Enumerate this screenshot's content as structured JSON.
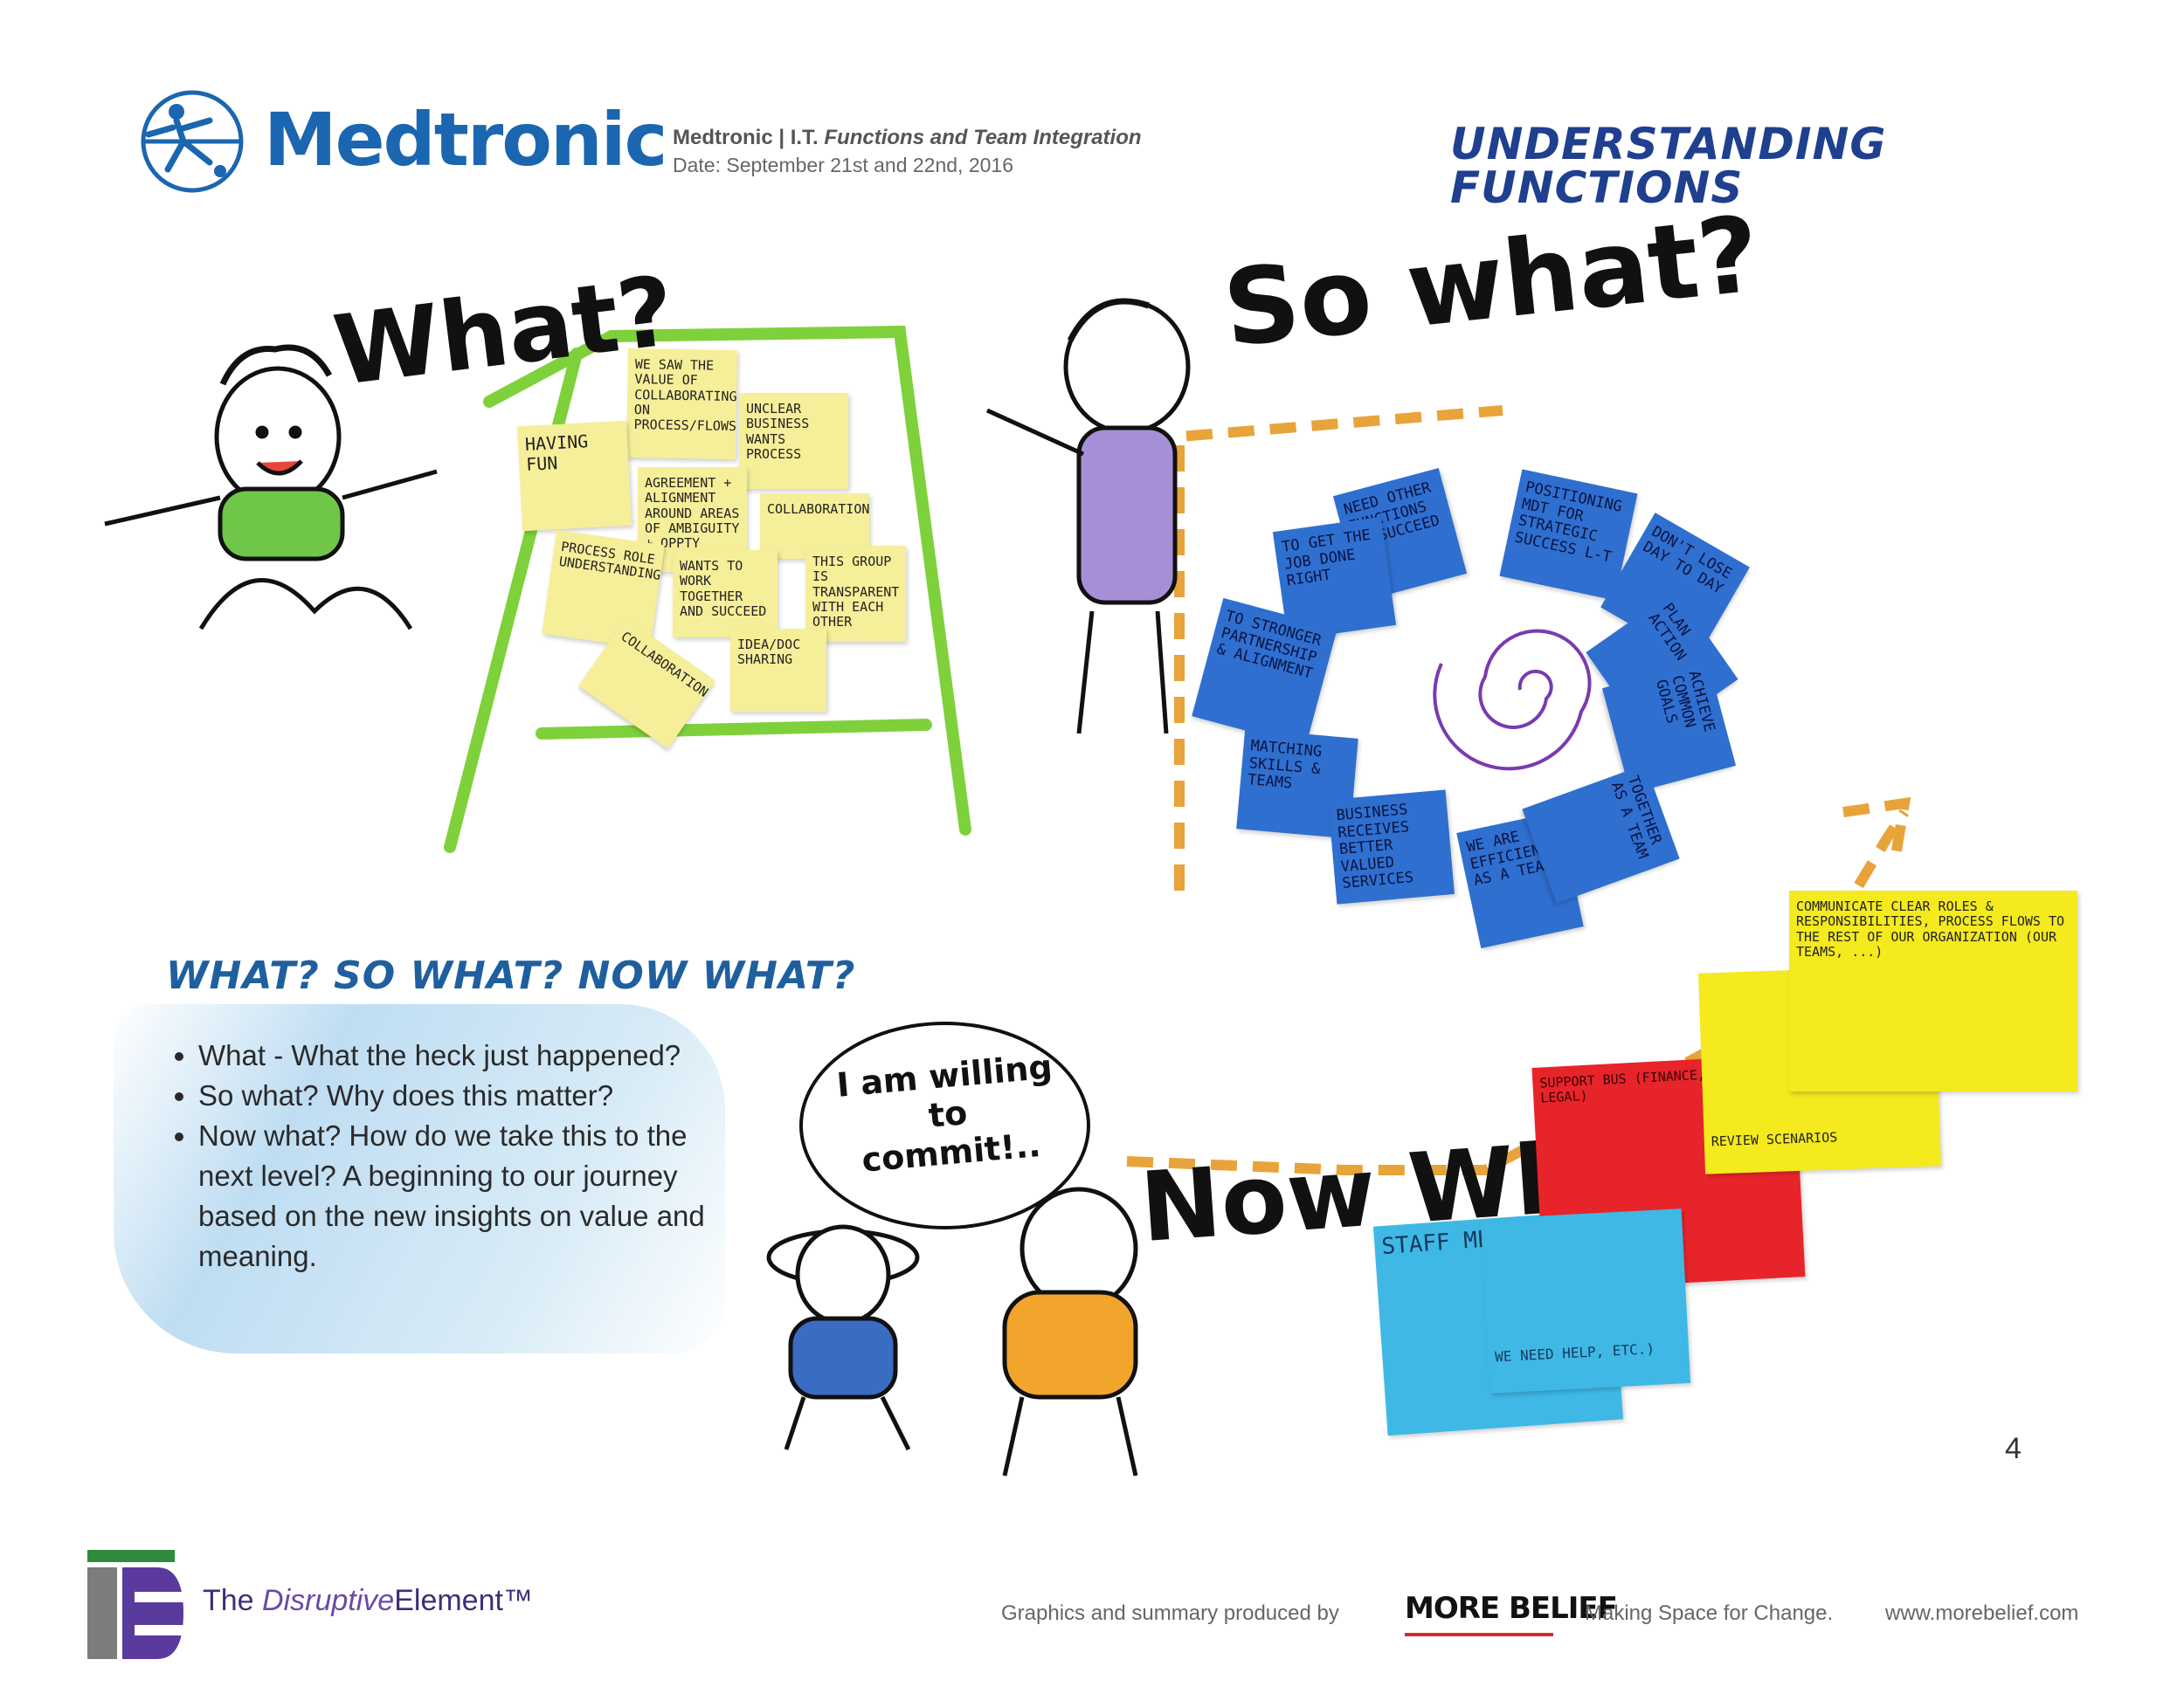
{
  "header": {
    "logo_word": "Medtronic",
    "title_prefix": "Medtronic | I.T.",
    "title_italic": "Functions and Team Integration",
    "date": "Date: September 21st and 22nd, 2016",
    "page_heading": "UNDERSTANDING FUNCTIONS"
  },
  "illustration": {
    "what_label": "What?",
    "so_what_label": "So what?",
    "now_what_label": "Now What?",
    "speech_bubble": "I am willing to commit!..",
    "what_notes": [
      "We saw the value of collaborating on process/flows",
      "Unclear business wants process",
      "Having fun",
      "Agreement + alignment around areas of ambiguity + oppty",
      "Collaboration",
      "Process role understanding",
      "Wants to work together and succeed",
      "This group is transparent with each other",
      "Idea/Doc sharing",
      "Collaboration"
    ],
    "so_what_notes": [
      "Need other functions to succeed",
      "Positioning MDT for strategic success L-T",
      "To get the job done right",
      "Don't lose day to day",
      "To stronger partnership & alignment",
      "Plan action",
      "Matching skills & teams",
      "Achieve common goals",
      "Business receives better valued services",
      "We are efficient as a team",
      "Together as a team"
    ],
    "now_what_notes": [
      "Communicate clear roles & responsibilities, process flows to the rest of our organization (our teams, ...)",
      "Review scenarios",
      "Support BUs (finance, sourcing, legal)",
      "We need help, etc.)",
      "Staff meetings"
    ]
  },
  "summary": {
    "heading": "WHAT? SO WHAT? NOW WHAT?",
    "bullets": [
      "What - What the heck just happened?",
      "So what?  Why does this matter?",
      "Now what?  How do we take this to the next level?  A beginning to our journey based on the new insights on value and meaning."
    ]
  },
  "page_number": "4",
  "footer": {
    "te_prefix": "The ",
    "te_italic": "Disruptive",
    "te_suffix": "Element™",
    "credit": "Graphics and summary produced by",
    "mb_logo": "MORE BELIEF",
    "tagline": "Making Space for Change.",
    "website": "www.morebelief.com"
  },
  "colors": {
    "medtronic_blue": "#1a66b0",
    "heading_navy": "#1f3f8f",
    "note_yellow": "#f6ef99",
    "note_blue": "#2f6fd0",
    "note_red": "#e8242b",
    "note_bright_yellow": "#f4ea1e",
    "note_cyan": "#3fb8e6",
    "easel_green": "#7fd13b",
    "arrow_orange": "#e8a33a"
  }
}
